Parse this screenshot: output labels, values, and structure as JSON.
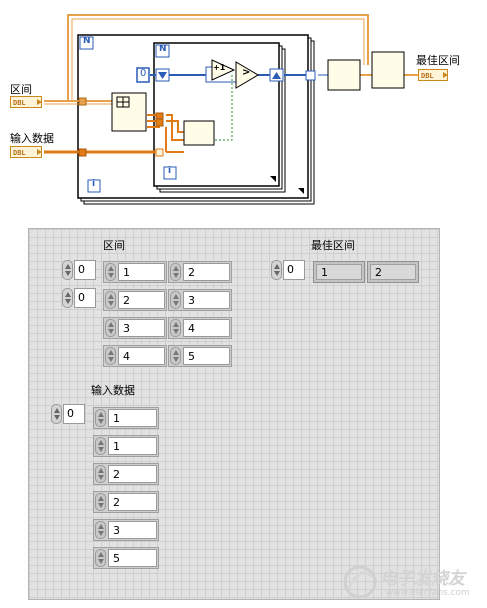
{
  "diagram": {
    "labels": {
      "interval": "区间",
      "input_data": "输入数据",
      "best_interval": "最佳区间"
    },
    "terminal_type": "DBL",
    "for_loop_count": "N",
    "for_loop_iter": "i",
    "inner_loop_count": "N",
    "inner_loop_iter": "i",
    "const_zero": "0",
    "increment": "+1",
    "compare": ">",
    "colors": {
      "orange_wire": "#e8a04a",
      "dbl_wire": "#e07b16",
      "int_wire": "#2a5bb5",
      "loop_border": "#000000"
    }
  },
  "panel": {
    "interval": {
      "label": "区间",
      "index_row": "0",
      "index_col": "0",
      "rows": [
        [
          "1",
          "2"
        ],
        [
          "2",
          "3"
        ],
        [
          "3",
          "4"
        ],
        [
          "4",
          "5"
        ]
      ]
    },
    "best_interval": {
      "label": "最佳区间",
      "index": "0",
      "values": [
        "1",
        "2"
      ]
    },
    "input_data": {
      "label": "输入数据",
      "index": "0",
      "values": [
        "1",
        "1",
        "2",
        "2",
        "3",
        "5"
      ]
    }
  },
  "watermark": {
    "text": "电子发烧友",
    "url_text": "www.elecfans.com"
  }
}
